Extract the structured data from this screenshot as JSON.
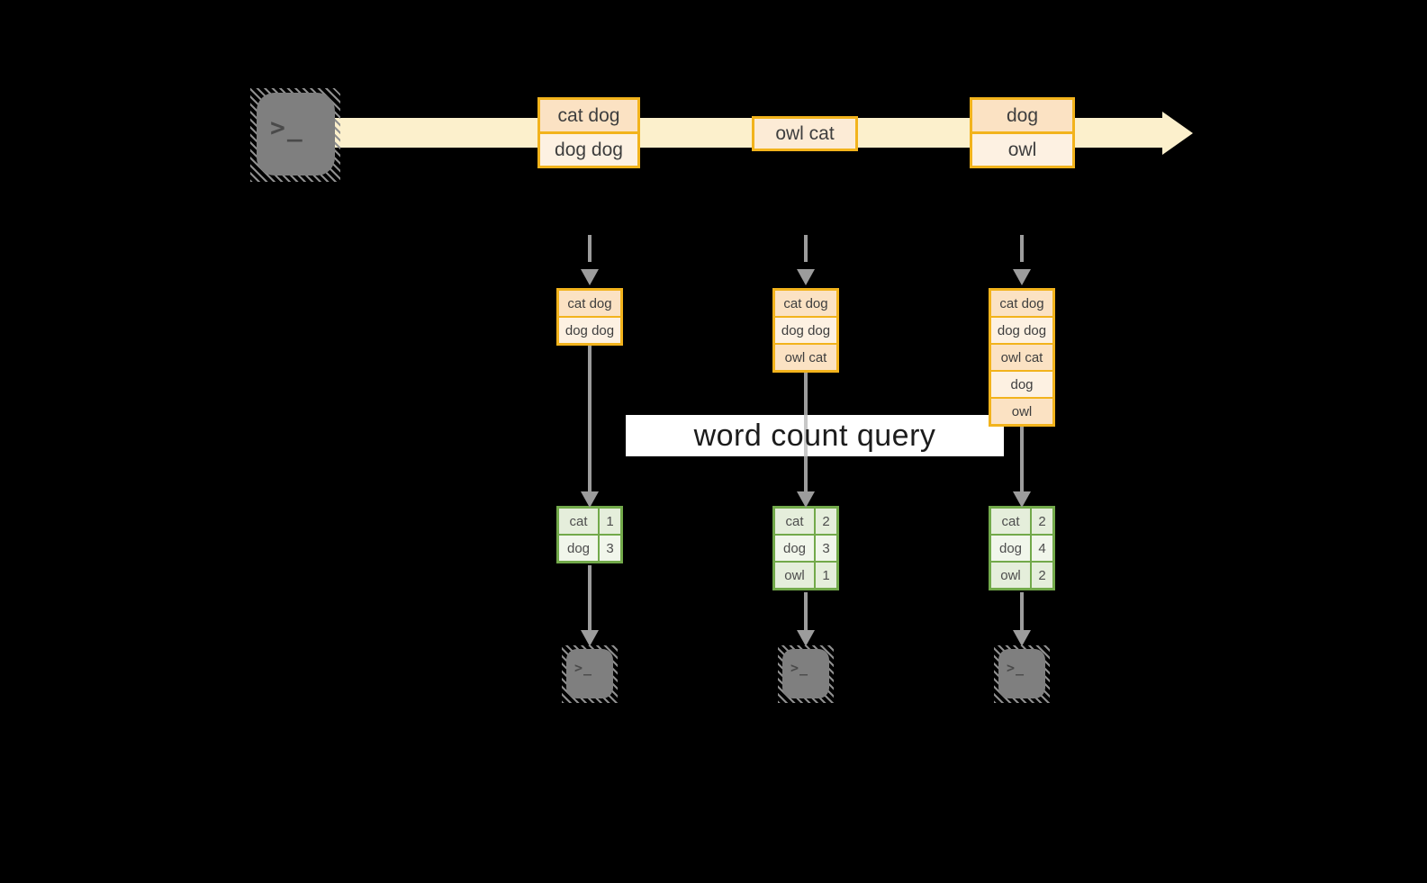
{
  "banner": {
    "text": "word count query"
  },
  "icons": {
    "terminal_prompt_glyph": ">_"
  },
  "colors": {
    "background": "#000000",
    "stream_band": "#fcf0cc",
    "box_border": "#f2b31c",
    "box_fill_dark": "#fbe2c3",
    "box_fill_light": "#fdf1e2",
    "table_border": "#72a94a",
    "table_fill_dark": "#e5eedb",
    "table_fill_light": "#f1f6eb",
    "arrow_gray": "#9c9c9c",
    "terminal_gray": "#7f7f7f"
  },
  "timeline": {
    "batches": [
      {
        "items": [
          "cat dog",
          "dog dog"
        ]
      },
      {
        "items": [
          "owl cat"
        ]
      },
      {
        "items": [
          "dog",
          "owl"
        ]
      }
    ]
  },
  "columns": [
    {
      "stack": [
        "cat dog",
        "dog dog"
      ],
      "counts": [
        {
          "word": "cat",
          "count": "1"
        },
        {
          "word": "dog",
          "count": "3"
        }
      ]
    },
    {
      "stack": [
        "cat dog",
        "dog dog",
        "owl cat"
      ],
      "counts": [
        {
          "word": "cat",
          "count": "2"
        },
        {
          "word": "dog",
          "count": "3"
        },
        {
          "word": "owl",
          "count": "1"
        }
      ]
    },
    {
      "stack": [
        "cat dog",
        "dog dog",
        "owl cat",
        "dog",
        "owl"
      ],
      "counts": [
        {
          "word": "cat",
          "count": "2"
        },
        {
          "word": "dog",
          "count": "4"
        },
        {
          "word": "owl",
          "count": "2"
        }
      ]
    }
  ]
}
